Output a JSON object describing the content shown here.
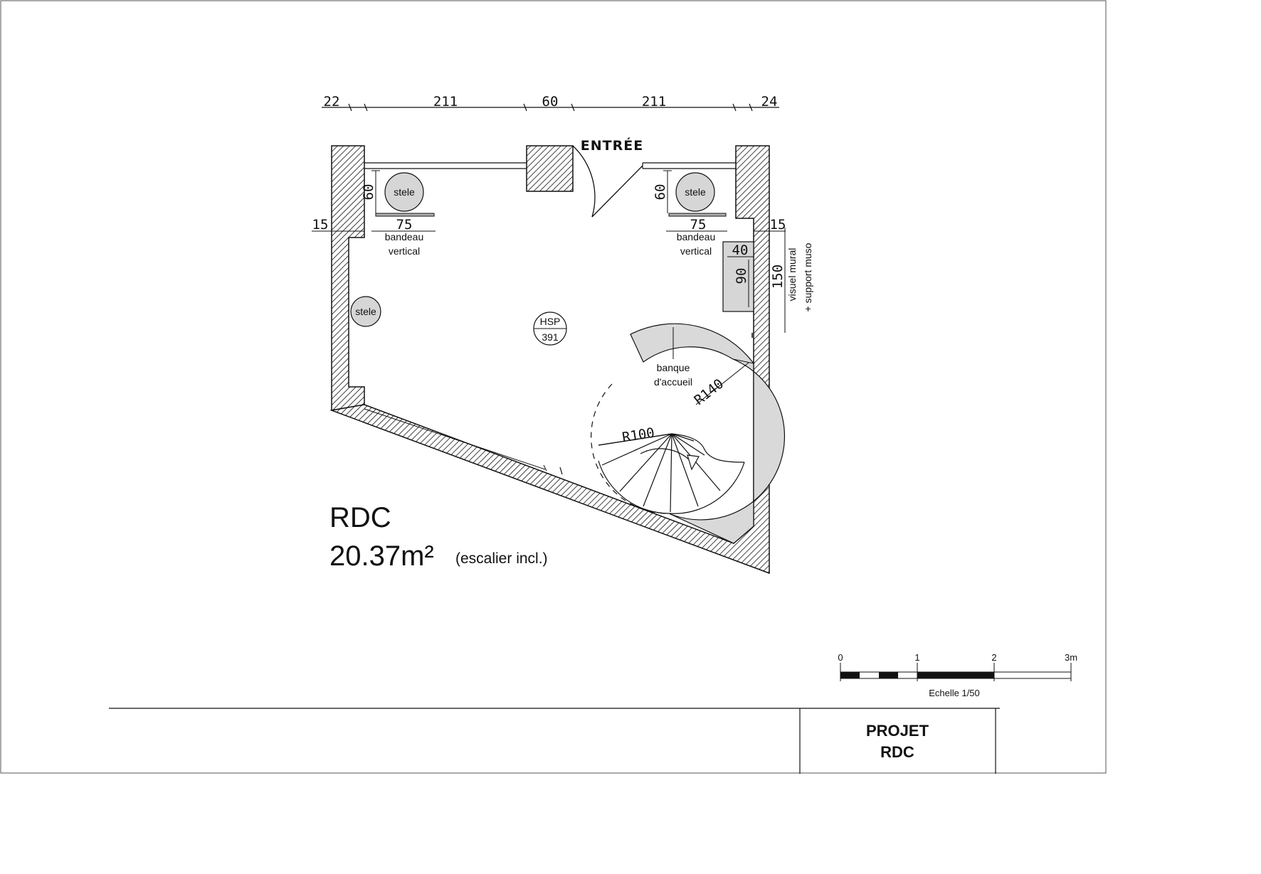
{
  "top_dimensions": [
    "22",
    "211",
    "60",
    "211",
    "24"
  ],
  "entrance_label": "ENTRÉE",
  "stele_label": "stele",
  "dim_60": "60",
  "dim_75": "75",
  "dim_15": "15",
  "bandeau_line1": "bandeau",
  "bandeau_line2": "vertical",
  "dim_40": "40",
  "dim_90": "90",
  "dim_150": "150",
  "visuel_line1": "visuel mural",
  "visuel_line2": "+ support muso",
  "hsp_label": "HSP",
  "hsp_value": "391",
  "banque_line1": "banque",
  "banque_line2": "d'accueil",
  "radius_140": "R140",
  "radius_100": "R100",
  "level_name": "RDC",
  "area": "20.37m²",
  "area_note": "(escalier incl.)",
  "scale": {
    "ticks": [
      "0",
      "1",
      "2",
      "3m"
    ],
    "caption": "Echelle 1/50"
  },
  "title_block": {
    "line1": "PROJET",
    "line2": "RDC"
  }
}
